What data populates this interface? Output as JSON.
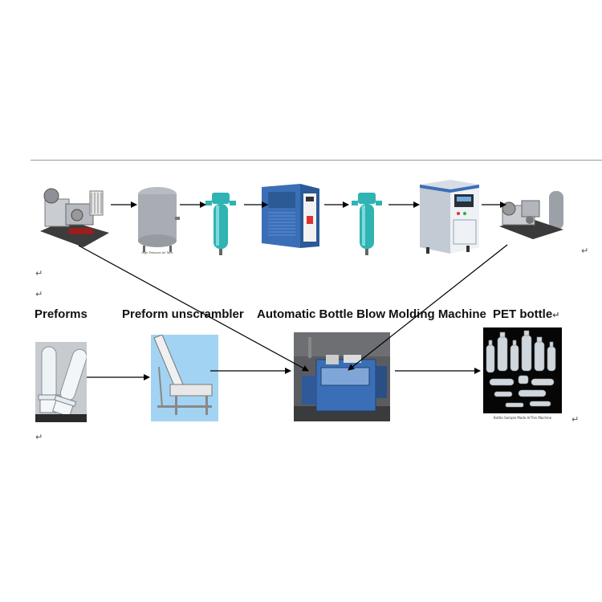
{
  "top_row": {
    "equipment": [
      {
        "icon": "air-compressor-icon"
      },
      {
        "icon": "air-tank-icon",
        "caption": "High Pressure Air Tank"
      },
      {
        "icon": "air-filter-icon"
      },
      {
        "icon": "air-dryer-icon"
      },
      {
        "icon": "air-filter-icon"
      },
      {
        "icon": "water-chiller-icon"
      },
      {
        "icon": "low-pressure-compressor-icon"
      }
    ]
  },
  "bottom_row": {
    "stages": [
      {
        "label": "Preforms",
        "icon": "preform-tubes-icon"
      },
      {
        "label": "Preform unscrambler",
        "icon": "conveyor-icon"
      },
      {
        "label": "Automatic Bottle Blow Molding Machine",
        "icon": "blow-molding-machine-icon"
      },
      {
        "label": "PET bottle",
        "return_mark": "↵",
        "icon": "pet-bottles-icon",
        "caption": "Bottle Sample Made ArThis Machine"
      }
    ]
  },
  "paragraph_marks": [
    "↵",
    "↵",
    "↵",
    "↵",
    "↵"
  ],
  "colors": {
    "teal": "#2fb3b3",
    "blue_cabinet": "#3a6fb8",
    "gray_tank": "#a9adb3",
    "arrow": "#000000"
  }
}
